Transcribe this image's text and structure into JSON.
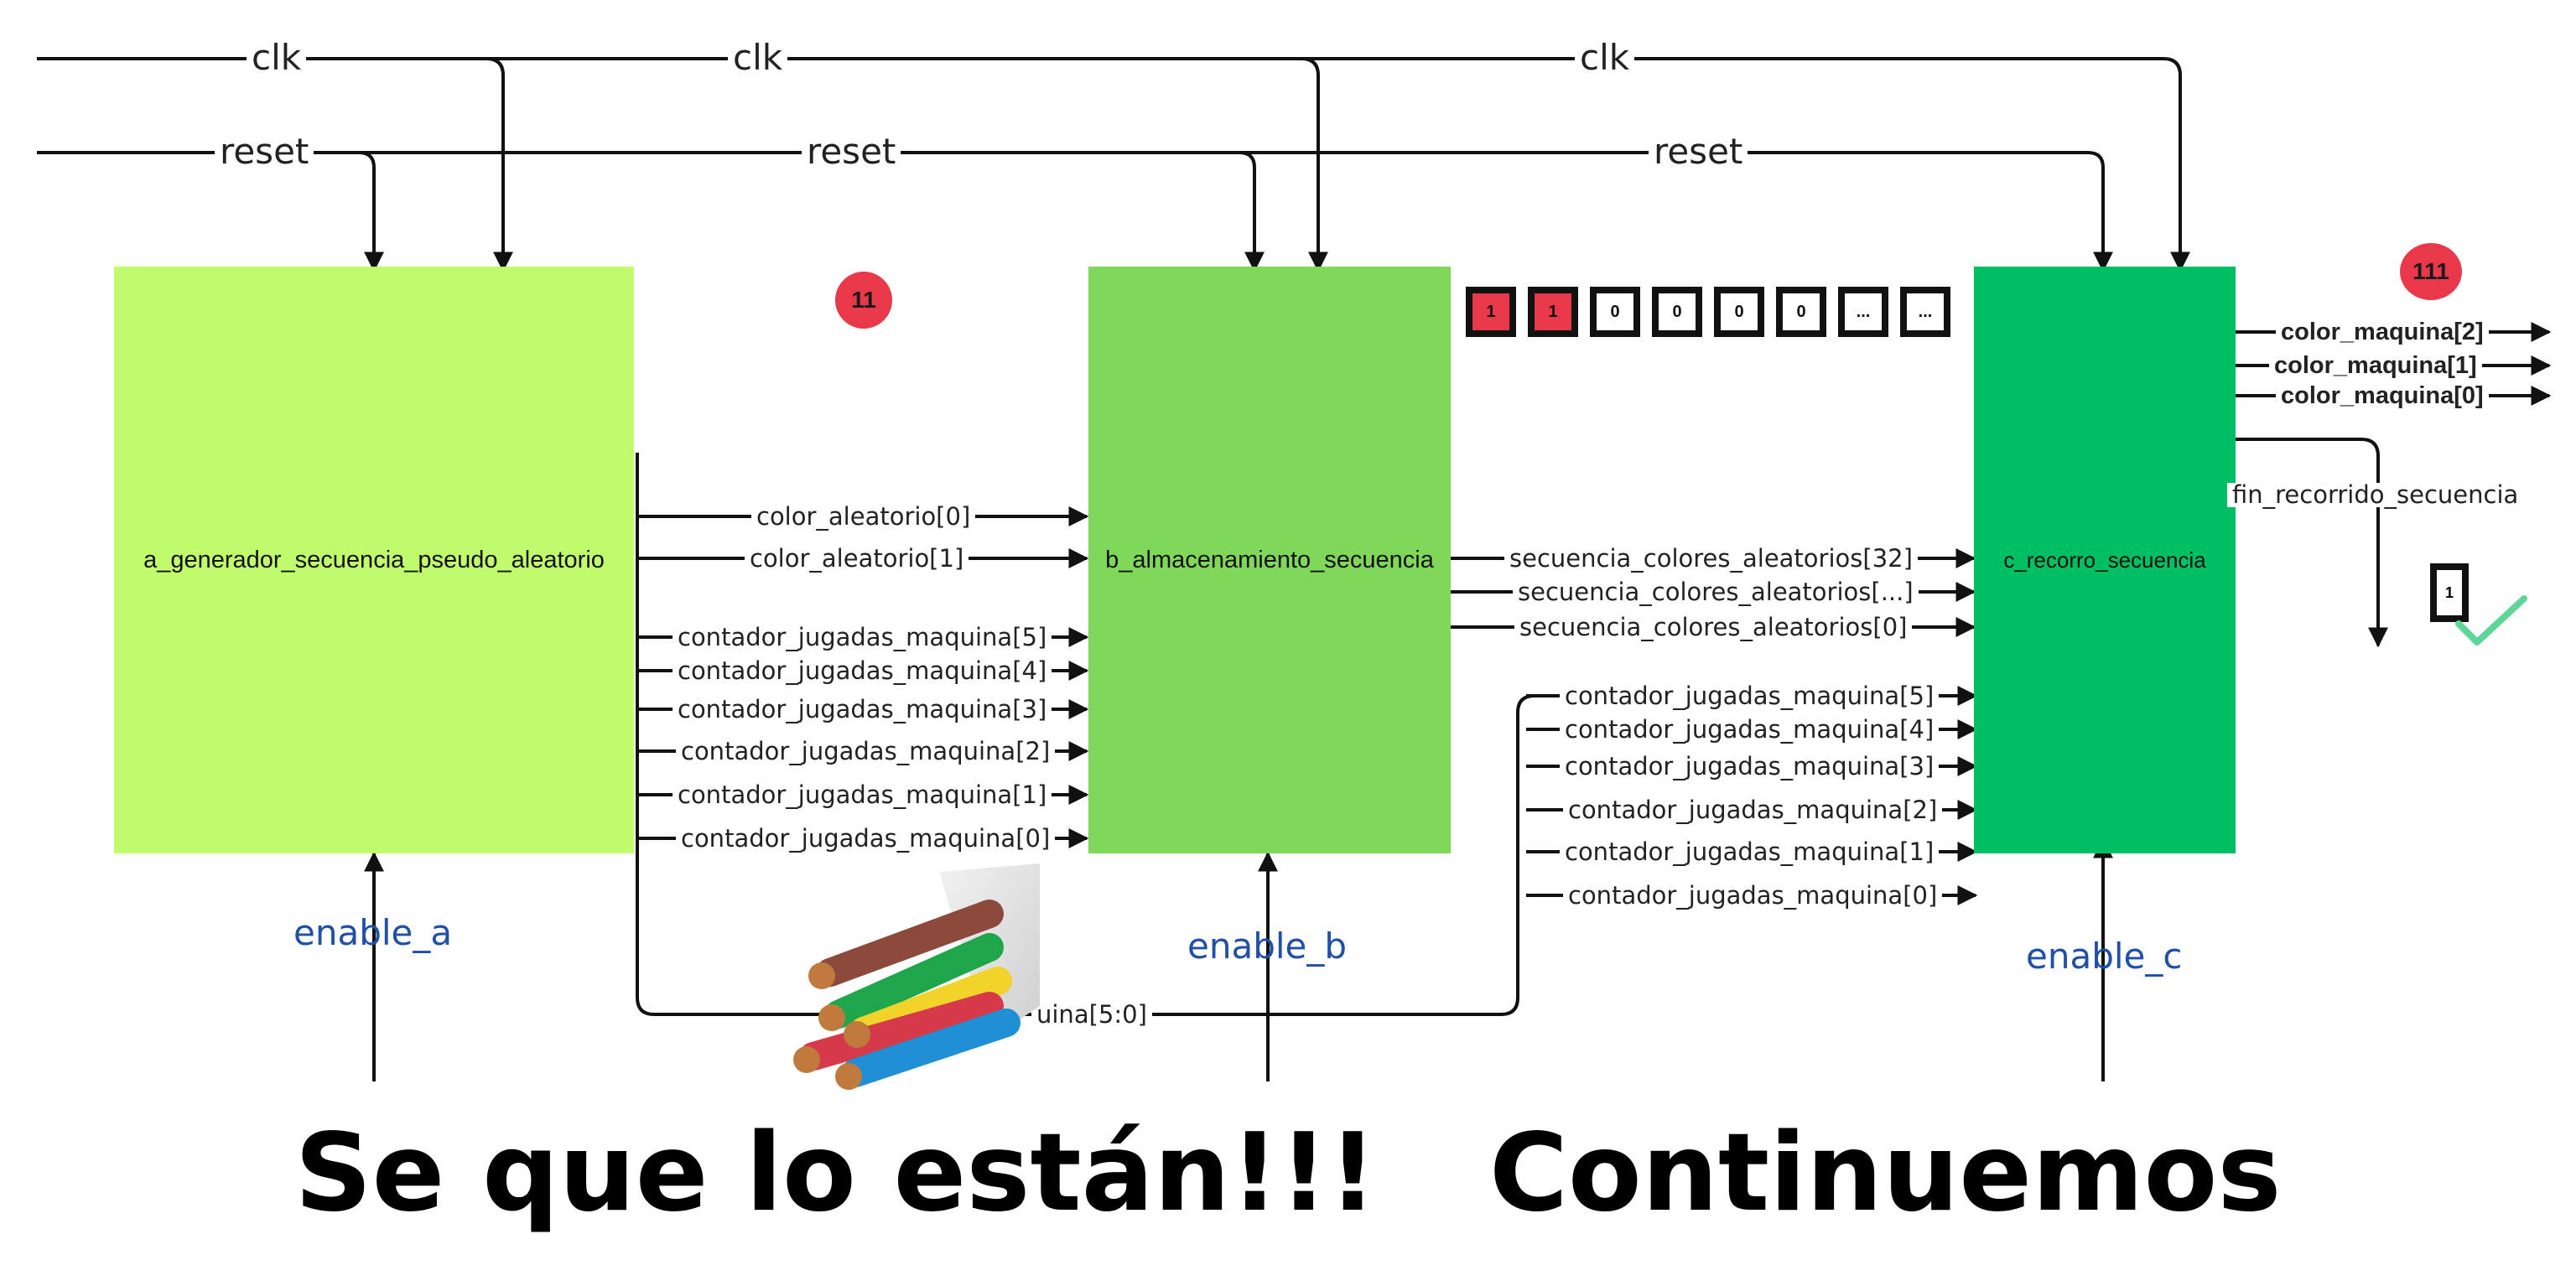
{
  "clock_label": "clk",
  "reset_label": "reset",
  "blocks": {
    "a": {
      "name": "a_generador_secuencia_pseudo_aleatorio",
      "color": "#c0fc6c",
      "enable": "enable_a"
    },
    "b": {
      "name": "b_almacenamiento_secuencia",
      "color": "#80d85a",
      "enable": "enable_b"
    },
    "c": {
      "name": "c_recorro_secuencia",
      "color": "#00bf62",
      "enable": "enable_c"
    }
  },
  "signals_a_to_b": {
    "color": [
      "color_aleatorio[0]",
      "color_aleatorio[1]"
    ],
    "contador": [
      "contador_jugadas_maquina[5]",
      "contador_jugadas_maquina[4]",
      "contador_jugadas_maquina[3]",
      "contador_jugadas_maquina[2]",
      "contador_jugadas_maquina[1]",
      "contador_jugadas_maquina[0]"
    ]
  },
  "signals_b_to_c": {
    "secuencia": [
      "secuencia_colores_aleatorios[32]",
      "secuencia_colores_aleatorios[...]",
      "secuencia_colores_aleatorios[0]"
    ],
    "contador": [
      "contador_jugadas_maquina[5]",
      "contador_jugadas_maquina[4]",
      "contador_jugadas_maquina[3]",
      "contador_jugadas_maquina[2]",
      "contador_jugadas_maquina[1]",
      "contador_jugadas_maquina[0]"
    ]
  },
  "bus_label": "uina[5:0]",
  "outputs_c": [
    "color_maquina[2]",
    "color_maquina[1]",
    "color_maquina[0]"
  ],
  "fin_label": "fin_recorrido_secuencia",
  "badge_a": "11",
  "badge_c": "111",
  "sequence_bits": [
    {
      "v": "1",
      "on": true
    },
    {
      "v": "1",
      "on": true
    },
    {
      "v": "0",
      "on": false
    },
    {
      "v": "0",
      "on": false
    },
    {
      "v": "0",
      "on": false
    },
    {
      "v": "0",
      "on": false
    },
    {
      "v": "...",
      "on": false
    },
    {
      "v": "...",
      "on": false
    }
  ],
  "fin_value": "1",
  "caption": "Se que lo están!!!   Continuemos",
  "colors": {
    "badge": "#e8384a",
    "enable_text": "#1f4fa6",
    "check": "#5fd59a"
  },
  "icons": [
    "arrow-icon",
    "check-icon",
    "cable-photo"
  ]
}
